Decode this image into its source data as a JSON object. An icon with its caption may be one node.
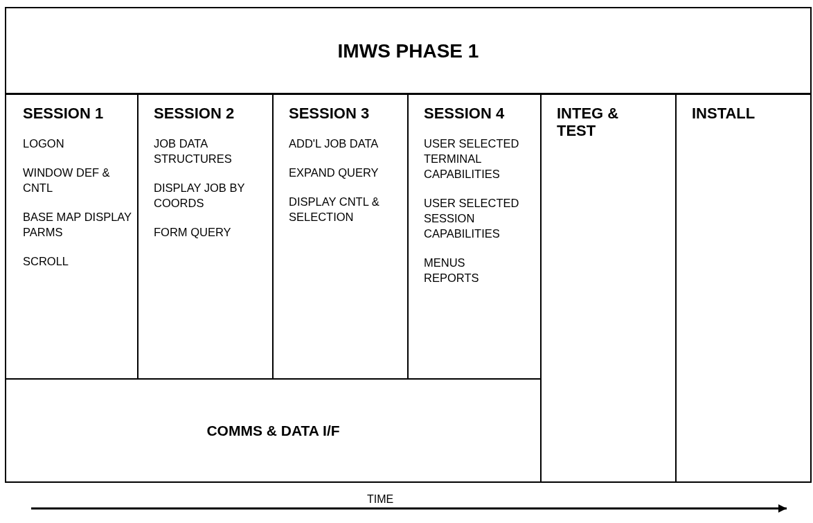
{
  "diagram": {
    "nodes": [
      {
        "text": [
          "IMWS PHASE 1"
        ]
      },
      {
        "text": [
          "SESSION 1",
          "LOGON",
          "WINDOW DEF & CNTL",
          "BASE MAP DISPLAY PARMS",
          "SCROLL"
        ]
      },
      {
        "text": [
          "SESSION 2",
          "JOB DATA STRUCTURES",
          "DISPLAY JOB BY COORDS",
          "FORM QUERY"
        ]
      },
      {
        "text": [
          "SESSION 3",
          "ADD'L JOB DATA",
          "EXPAND QUERY",
          "DISPLAY CNTL & SELECTION"
        ]
      },
      {
        "text": [
          "SESSION 4",
          "USER SELECTED TERMINAL CAPABILITIES",
          "USER SELECTED SESSION CAPABILITIES",
          "MENUS REPORTS"
        ]
      },
      {
        "text": [
          "INTEG & TEST"
        ]
      },
      {
        "text": [
          "INSTALL"
        ]
      },
      {
        "text": [
          "COMMS & DATA I/F"
        ]
      }
    ],
    "edges": [],
    "labels": [
      "TIME"
    ]
  }
}
